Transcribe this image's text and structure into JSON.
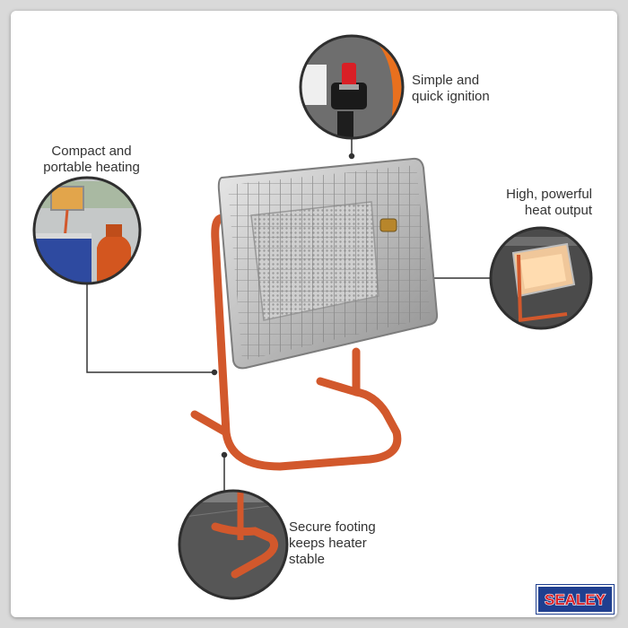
{
  "captions": {
    "compact": [
      "Compact and",
      "portable heating"
    ],
    "ignition": [
      "Simple and",
      "quick ignition"
    ],
    "output": [
      "High, powerful",
      "heat output"
    ],
    "footing": [
      "Secure footing",
      "keeps heater",
      "stable"
    ]
  },
  "brand": {
    "logo_text": "SEALEY",
    "logo_color": "#1f3f8f",
    "logo_red": "#d8232a"
  },
  "colors": {
    "frame_orange": "#d2582c",
    "callout_line": "#333333",
    "caption_text": "#333333"
  }
}
